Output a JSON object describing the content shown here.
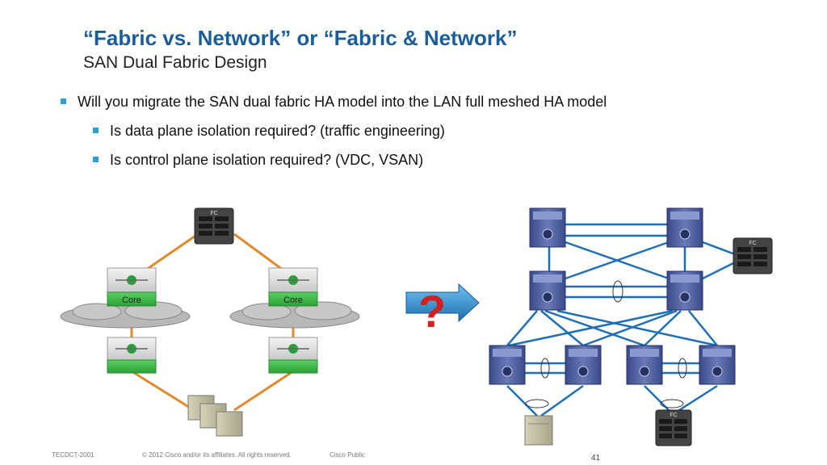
{
  "slide": {
    "title": "“Fabric vs. Network” or “Fabric & Network”",
    "subtitle": "SAN Dual Fabric Design",
    "bullets": [
      "Will you migrate the SAN dual fabric HA model into the LAN full meshed HA model",
      "Is data plane isolation required? (traffic engineering)",
      "Is control plane isolation required? (VDC, VSAN)"
    ]
  },
  "diagram": {
    "fc_label": "FC",
    "core_label": "Core",
    "question_mark": "?",
    "colors": {
      "san_link": "#e08a2e",
      "lan_link": "#1f6fb5",
      "switch_green": "#3cb84a",
      "nexus_blue": "#4a5a9a",
      "arrow": "#2f8fd0",
      "question": "#d02020"
    }
  },
  "footer": {
    "session_id": "TECDCT-2001",
    "copyright": "© 2012 Cisco and/or its affiliates. All rights reserved.",
    "classification": "Cisco Public",
    "page_number": "41"
  }
}
